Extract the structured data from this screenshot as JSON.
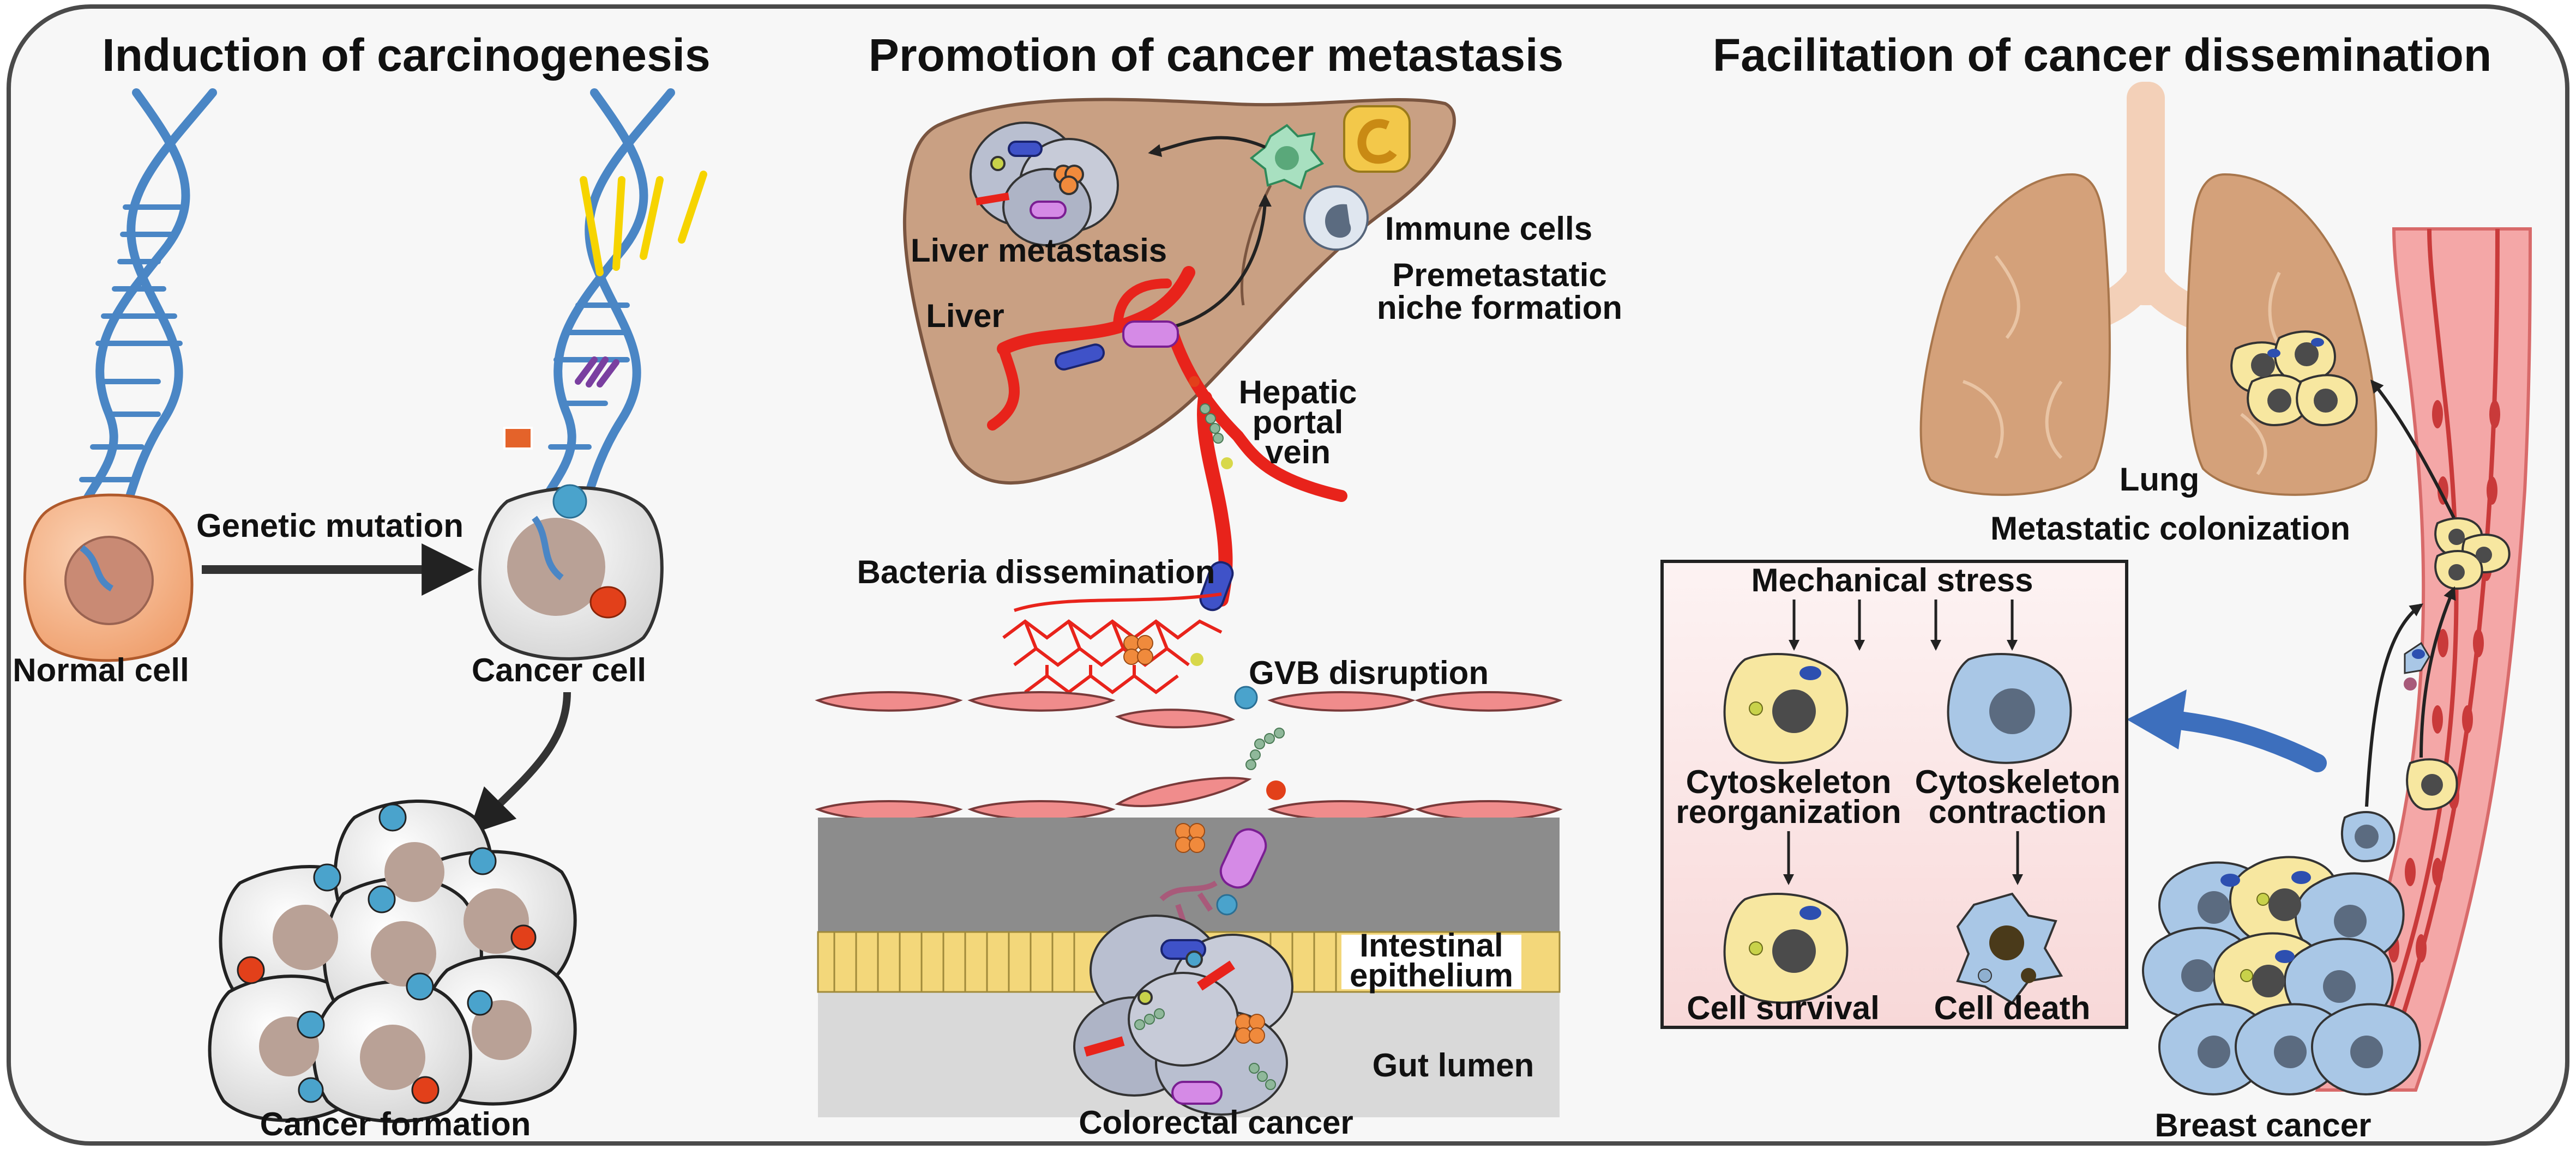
{
  "panels": {
    "carcinogenesis": {
      "title": "Induction of carcinogenesis",
      "genetic_mutation": "Genetic mutation",
      "normal_cell": "Normal cell",
      "cancer_cell": "Cancer cell",
      "cancer_formation": "Cancer formation"
    },
    "metastasis": {
      "title": "Promotion of cancer metastasis",
      "liver_metastasis": "Liver metastasis",
      "liver": "Liver",
      "immune_cells": "Immune cells",
      "premetastatic_1": "Premetastatic",
      "premetastatic_2": "niche formation",
      "hepatic_1": "Hepatic",
      "hepatic_2": "portal",
      "hepatic_3": "vein",
      "bacteria_dissemination": "Bacteria dissemination",
      "gvb_disruption": "GVB disruption",
      "intestinal_1": "Intestinal",
      "intestinal_2": "epithelium",
      "gut_lumen": "Gut lumen",
      "colorectal_cancer": "Colorectal cancer"
    },
    "dissemination": {
      "title": "Facilitation of cancer dissemination",
      "lung": "Lung",
      "metastatic_colonization": "Metastatic colonization",
      "mechanical_stress": "Mechanical stress",
      "reorg_1": "Cytoskeleton",
      "reorg_2": "reorganization",
      "contr_1": "Cytoskeleton",
      "contr_2": "contraction",
      "cell_survival": "Cell survival",
      "cell_death": "Cell death",
      "breast_cancer": "Breast cancer"
    }
  },
  "colors": {
    "frame": "#4a4a4a",
    "background": "#f7f7f7",
    "dna": "#4a86c5",
    "mutation": "#f6d400",
    "normal_cell": "#f2a878",
    "liver": "#c9a083",
    "vessel": "#e8231b",
    "lung": "#d4a17a",
    "blood_vessel": "#f4a7a7",
    "yellow_cell": "#f7e7a0",
    "blue_cell": "#a9c7e6",
    "arrow_blue": "#3d6fbd"
  },
  "icons": [
    "dna-helix-icon",
    "cell-icon",
    "bacteria-icon",
    "immune-cell-icon",
    "lung-icon",
    "liver-icon"
  ]
}
